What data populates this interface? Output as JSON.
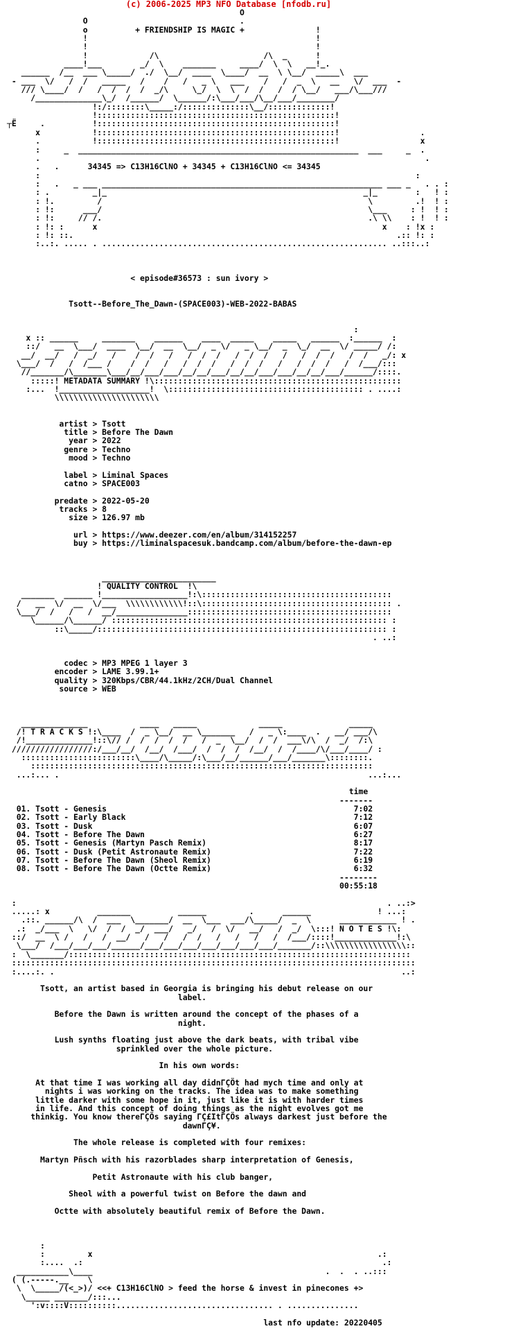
{
  "banner": "(c) 2006-2025 MP3 NFO Database [nfodb.ru]",
  "lines": [
    "                                                 O",
    "                O                                .",
    "                o          + FRIENDSHIP IS MAGIC +               !",
    "                !                                                !",
    "                !                                                !",
    "                !             /\\                      /\\  _      !",
    "            ____!___        _/  \\    _______     ____/  \\  \\   __!_.",
    "   ______  /__  ___ \\_____/  ./  \\__/  ____  \\____/  __  \\ \\__/  _____\\  ___",
    " - ___  \\/   /  /   _____   /    /   /   _ \\   ___    /   /  _  \\   __   \\/  ___  -",
    "   /// \\____/  /   /  /  /  /  _/\\     \\_/  \\  \\  /  /   /  / \\__/   ___/\\___///",
    "     /______________\\_/  /______/  \\______/:\\___/___/\\__/___/________/",
    "                  !:/::::::::\\_____:/::::::::::::::\\__/:::::::::::::!",
    "                  !::::::::::::::::::::::::::::::::::::::::::::::::::!",
    "┬Ё     .          !::::::::::::::::::::::::::::::::::::::::::::::::::!",
    "      x           !::::::::::::::::::::::::::::::::::::::::::::::::::!                 .",
    "      .           !::::::::::::::::::::::::::::::::::::::::::::::::::!                 x",
    "      :     _  ___________________________________________________________  ___     _  .",
    "      .                                                                                 .",
    "      .   .      34345 => C13H16ClNO + 34345 + C13H16ClNO <= 34345",
    "      :                                                                               :",
    "      :   .   _ ___ ___________________________________________________________ ___ _   . . :",
    "      : .         _|_                                                      _|_        :   ! :",
    "      : !.         /                                                        \\         .!  ! :",
    "      : !:      ___/                                                        \\___     : !  ! :",
    "      : !:     // /.                                                        .\\ \\\\    : !  ! :",
    "      : !: :      x                                                            x    : !x :",
    "      : !: ::.                                                                    .:: !: :",
    "      :..:. ..... . ............................................................ ..:::..:",
    "",
    "",
    "",
    "                          < episode#36573 : sun ivory >",
    "",
    "",
    "             Tsott--Before_The_Dawn-(SPACE003)-WEB-2022-BABAS",
    "",
    "",
    "                                                                         :",
    "    x :: ______     _______    ______    ____  _____    _____   ______  :______  :",
    "    ::/   __  \\___/  ____  \\__/  __  \\__/  _ \\/   _ \\__/  _  \\_/  __  \\/ _____/ /:",
    "   __/  __/   /  _/   /    /  /   /   /  /  /   /  /  /   /   /  /  /   /  /   _/: x",
    "  \\___/  /   /  /___ /    /  /   /   /  /  /   /  /  /   /   /  /  /   /  /___/:::",
    "   //_______/\\_______\\___/__/___/___/__/__/___/__/__/___/___/__/__/___/______/::::.",
    "     :::::! METADATA SUMMARY !\\::::::::::::::::::::::::::::::::::::::::::::::::::::",
    "    :...  !___________________!  \\::::::::::::::::::::::::::::::::::::::::: . ....:",
    "          \\\\\\\\\\\\\\\\\\\\\\\\\\\\\\\\\\\\\\\\\\\\",
    "",
    "",
    "           artist > Tsott",
    "            title > Before The Dawn",
    "             year > 2022",
    "            genre > Techno",
    "             mood > Techno",
    "",
    "            label > Liminal Spaces",
    "            catno > SPACE003",
    "",
    "          predate > 2022-05-20",
    "           tracks > 8",
    "             size > 126.97 mb",
    "",
    "              url > https://www.deezer.com/en/album/314152257",
    "              buy > https://liminalspacesuk.bandcamp.com/album/before-the-dawn-ep",
    "",
    "",
    "",
    "                    ________________________",
    "                   ! QUALITY CONTROL  !\\",
    "   _______  ______ !__________________!:\\::::::::::::::::::::::::::::::::::::::::",
    "  /   __  \\/  __  \\/___  \\\\\\\\\\\\\\\\\\\\\\\\!::\\:::::::::::::::::::::::::::::::::::::::: .",
    "  \\___/  /   /   /  __/_______________:::::::::::::::::::::::::::::::::::::::::::",
    "     \\______/\\______/ :::::::::::::::::::::::::::::::::::::::::::::::::::::::::: :",
    "          ::\\_____/::::::::::::::::::::::::::::::::::::::::::::::::::::::::::::: :",
    "                                                                             . ..:",
    "",
    "",
    "            codec > MP3 MPEG 1 layer 3",
    "          encoder > LAME 3.99.1+",
    "          quality > 320Kbps/CBR/44.1kHz/2CH/Dual Channel",
    "           source > WEB",
    "",
    "",
    "",
    "   ______________           ____   _____             _____              _____",
    "  /! T R A C K S !:\\____  /  _ \\__/  __ \\_______   /   _ \\:____  .   __/ ___/\\",
    "  /!______________!::\\// /  /  /  /  /   /  _  \\__/  /  /  ___\\/\\  /  _/  /:\\",
    " /////////////////:/___/__/  /__/  /___/  /  /  /  /__/  /  /____/\\/___/____/ :",
    "   ::::::::::::::::::::::::\\____/\\_____/:\\___/__/______/___/_______\\::::::::.",
    "     ::::::::::::::::::::::::::::::::::::::::::::::::::::::::::::::::::::::::",
    "  ...:... .                                                                 ...:...",
    "",
    "                                                                        time",
    "                                                                      -------",
    "  01. Tsott - Genesis                                                    7:02",
    "  02. Tsott - Early Black                                                7:12",
    "  03. Tsott - Dusk                                                       6:07",
    "  04. Tsott - Before The Dawn                                            6:27",
    "  05. Tsott - Genesis (Martyn Pasch Remix)                               8:17",
    "  06. Tsott - Dusk (Petit Astronaute Remix)                              7:22",
    "  07. Tsott - Before The Dawn (Sheol Remix)                              6:19",
    "  08. Tsott - Before The Dawn (Octte Remix)                              6:32",
    "                                                                      --------",
    "                                                                      00:55:18",
    "",
    " :                                                                              . ..:>",
    " .....: x          _______          ______         .      ______              ! ...:",
    "   .::. ______/\\  /  ___  \\_______/  __  \\___  ___/\\_____/  _  \\      ____________ ! .",
    "  .:  _/___  \\   \\/  /  /  _/  ___/   _/   /  \\/   __/   /  _/  \\:::! N O T E S !\\:",
    " ::/  __  \\ /   /   /  __/   /   /   /  /   /   /   /   /  /___/::::!_____________!:\\",
    "  \\___/  /___/___/___/______/___/___/___/___/___/___/___/_______/::\\\\\\\\\\\\\\\\\\\\\\\\\\\\\\\\\\::",
    " :  \\_______/:::::::::::::::::::::::::::::::::::::::::::::::::::::::::::::::::::::::: ",
    " ::::::::::::::::::::::::::::::::::::::::::::::::::::::::::::::::::::::::::::::::::::: ",
    " :....:. .                                                                         ..:",
    "",
    "       Tsott, an artist based in Georgia is bringing his debut release on our",
    "                                    label.",
    "",
    "          Before the Dawn is written around the concept of the phases of a",
    "                                    night.",
    "",
    "          Lush synths floating just above the dark beats, with tribal vibe",
    "                       sprinkled over the whole picture.",
    "",
    "                                In his own words:",
    "",
    "      At that time I was working all day didnΓÇÖt had mych time and only at",
    "        nights i was working on the tracks. The idea was to make something",
    "      little darker with some hope in it, just like it is with harder times",
    "      in life. And this concept of doing things as the night evolves got me",
    "     thinkig. You know thereΓÇÖs saying ΓÇ£ItΓÇÖs always darkest just before the",
    "                                     dawnΓÇ¥.",
    "",
    "              The whole release is completed with four remixes:",
    "",
    "       Martyn Pñsch with his razorblades sharp interpretation of Genesis,",
    "",
    "                  Petit Astronaute with his club banger,",
    "",
    "             Sheol with a powerful twist on Before the dawn and",
    "",
    "          Octte with absolutely beautiful remix of Before the Dawn.",
    "",
    "",
    "",
    "       :",
    "       :         x                                                            .:",
    "       :....  .:                                                               .:",
    "  ___________\\____                                                 .  .  . ..:::",
    " ( (.-----.__    \\",
    "  \\  \\_____/(<_>)/ <<+ C13H16ClNO > feed the horse & invest in pinecones +>",
    "   \\_____ _______/:::...",
    "     ':v::::V::::::::::................................. . ...............",
    "",
    "                                                      last nfo update: 20220405"
  ]
}
